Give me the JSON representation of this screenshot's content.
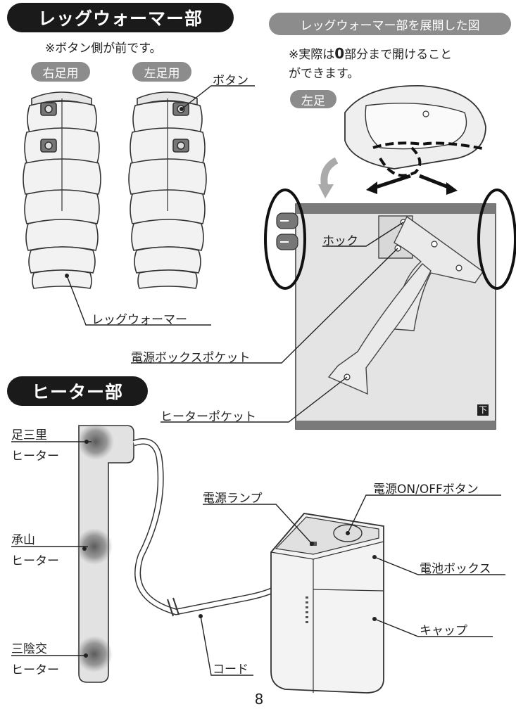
{
  "leg_warmer": {
    "heading": "レッグウォーマー部",
    "note": "※ボタン側が前です。",
    "right_tag": "右足用",
    "left_tag": "左足用",
    "button_label": "ボタン",
    "warmer_label": "レッグウォーマー"
  },
  "expanded": {
    "heading": "レッグウォーマー部を展開した図",
    "note_line1": "※実際は",
    "note_mark": "0",
    "note_line1_tail": "部分まで開けること",
    "note_line2": "ができます。",
    "left_tag": "左足",
    "hook_label": "ホック",
    "power_pocket_label": "電源ボックスポケット",
    "heater_pocket_label": "ヒーターポケット",
    "down_mark": "下"
  },
  "heater": {
    "heading": "ヒーター部",
    "spot1_line1": "足三里",
    "spot1_line2": "ヒーター",
    "spot2_line1": "承山",
    "spot2_line2": "ヒーター",
    "spot3_line1": "三陰交",
    "spot3_line2": "ヒーター",
    "power_lamp_label": "電源ランプ",
    "power_button_label": "電源ON/OFFボタン",
    "battery_box_label": "電池ボックス",
    "cap_label": "キャップ",
    "cord_label": "コード"
  },
  "page_number": "8"
}
